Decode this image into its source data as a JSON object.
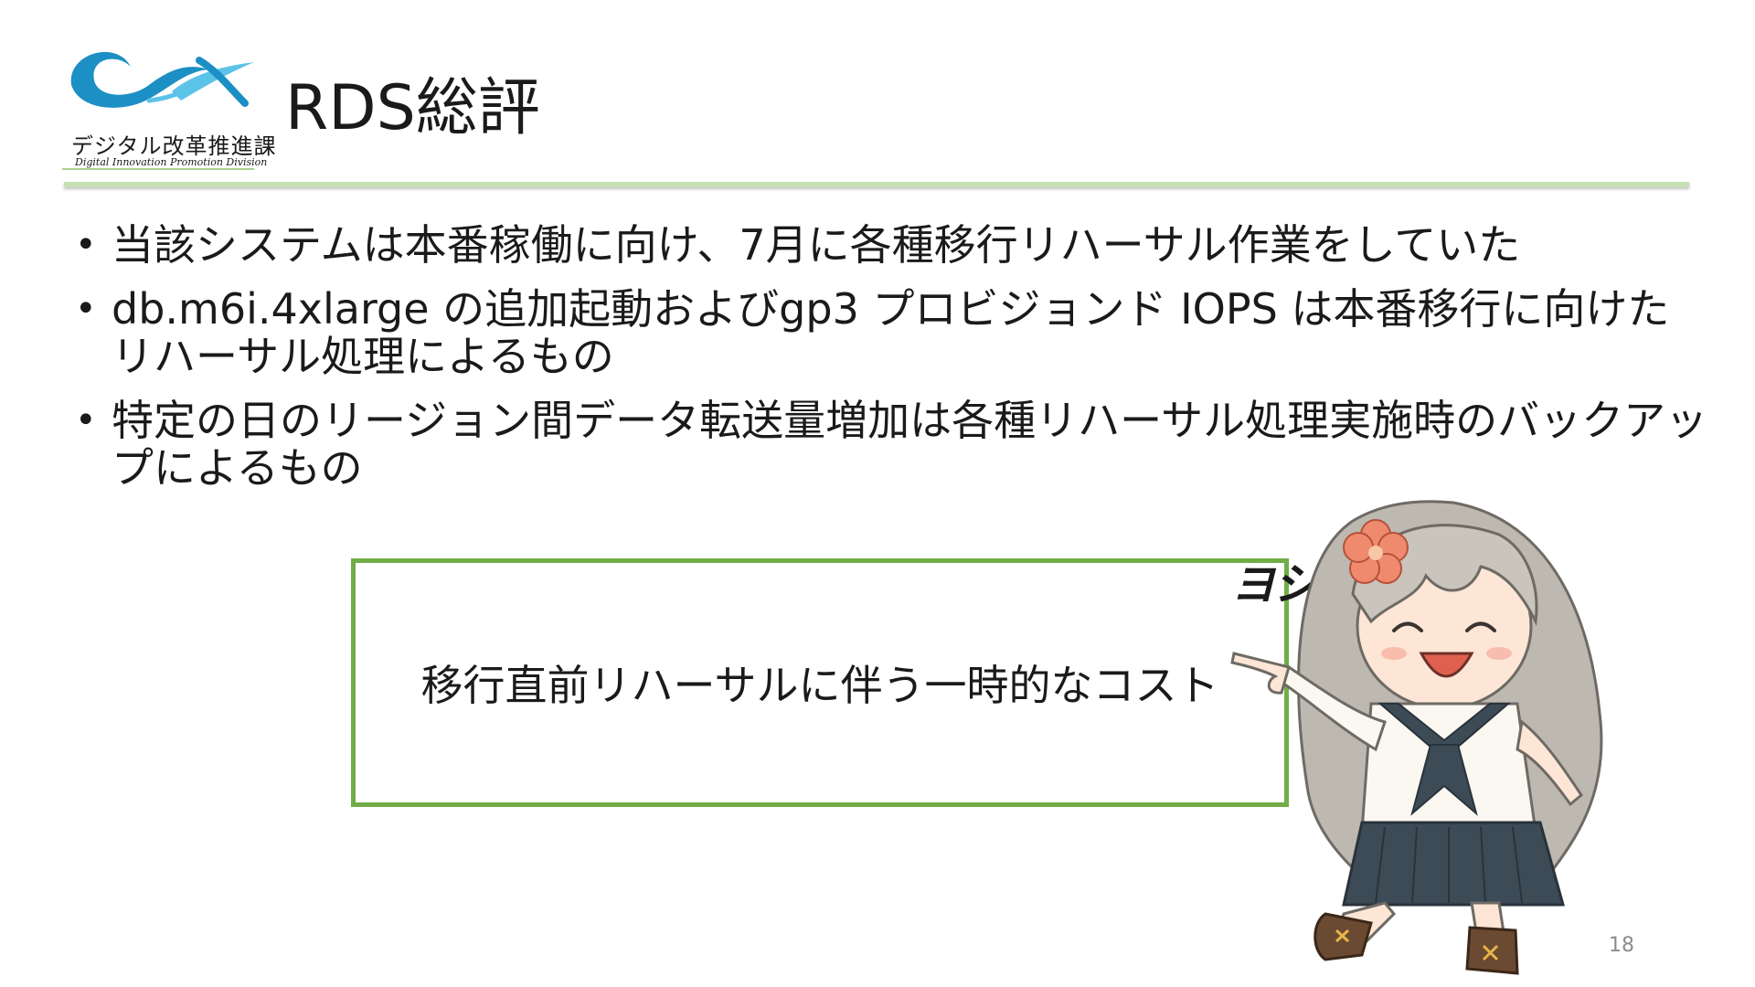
{
  "logo": {
    "name_jp": "デジタル改革推進課",
    "name_en": "Digital Innovation Promotion Division"
  },
  "slide": {
    "title": "RDS総評",
    "bullets": [
      "当該システムは本番稼働に向け、7月に各種移行リハーサル作業をしていた",
      "db.m6i.4xlarge の追加起動およびgp3 プロビジョンド IOPS は本番移行に向けたリハーサル処理によるもの",
      "特定の日のリージョン間データ転送量増加は各種リハーサル処理実施時のバックアップによるもの"
    ],
    "summary": "移行直前リハーサルに伴う一時的なコスト",
    "mascot_exclaim": "ヨシ!",
    "page_number": "18"
  },
  "colors": {
    "accent_green": "#70ad47",
    "rule_green": "#c5e0b4",
    "logo_blue": "#1c8fc4",
    "logo_light_blue": "#5cc3e8"
  }
}
